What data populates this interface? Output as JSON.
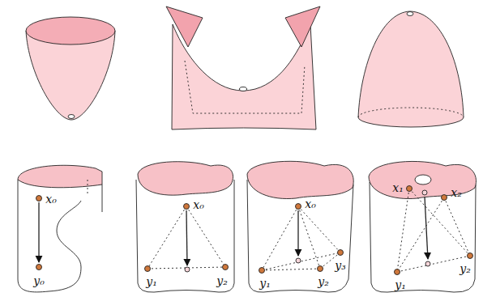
{
  "diagram": {
    "labels": [
      "x₀",
      "y₀",
      "x₀",
      "y₁",
      "y₂",
      "x₀",
      "y₁",
      "y₂",
      "y₃",
      "x₁",
      "x₂",
      "y₁",
      "y₂"
    ]
  }
}
